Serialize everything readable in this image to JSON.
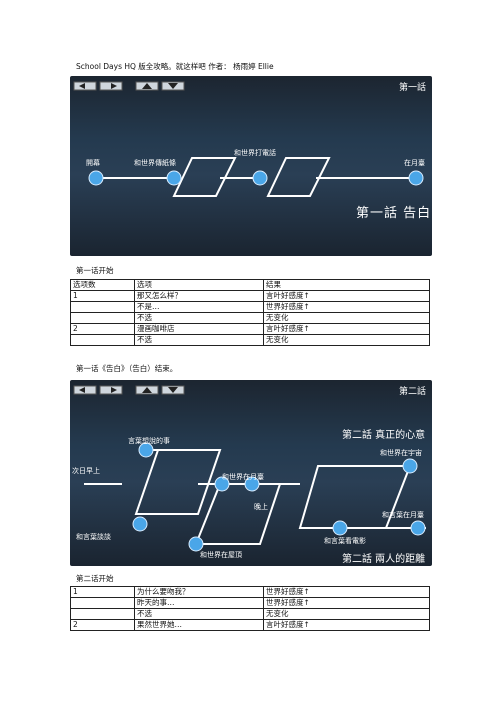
{
  "doc": {
    "header": "School Days HQ 版全攻略。就这样吧  作者：   杨雨婷 Ellie",
    "ch1": {
      "panel_title": "第一話",
      "banner": "第一話 告白",
      "labels": {
        "a": "開幕",
        "b": "和世界傳紙條",
        "c": "和世界打電話",
        "d": "在月臺"
      },
      "start": "第一话开始",
      "head": [
        "选项数",
        "选项",
        "结果"
      ],
      "rows": [
        [
          "1",
          "那又怎么样？",
          "言叶好感度↑"
        ],
        [
          "",
          "不是…",
          "世界好感度↑"
        ],
        [
          "",
          "不选",
          "无变化"
        ],
        [
          "2",
          "漫画咖啡店",
          "言叶好感度↑"
        ],
        [
          "",
          "不选",
          "无变化"
        ]
      ],
      "end": "第一话《告白》（告白）结束。"
    },
    "ch2": {
      "panel_title": "第二話",
      "banner_top": "第二話 真正的心意",
      "banner_bottom": "第二話 兩人的距離",
      "labels": {
        "a": "次日早上",
        "b": "言葉想說的事",
        "c": "和世界在月臺",
        "d": "晚上",
        "e": "和世界在宇宙",
        "f": "和言葉在月臺",
        "g": "和言葉看電影",
        "h": "和言葉談談",
        "i": "和世界在屋頂"
      },
      "start": "第二话开始",
      "rows": [
        [
          "1",
          "为什么要吻我？",
          "世界好感度↑"
        ],
        [
          "",
          "昨天的事…",
          "世界好感度↑"
        ],
        [
          "",
          "不选",
          "无变化"
        ],
        [
          "2",
          "果然世界她…",
          "言叶好感度↑"
        ]
      ]
    }
  },
  "colors": {
    "node": "#4aa6e8",
    "line": "#ffffff",
    "panel": "#243a4f"
  }
}
